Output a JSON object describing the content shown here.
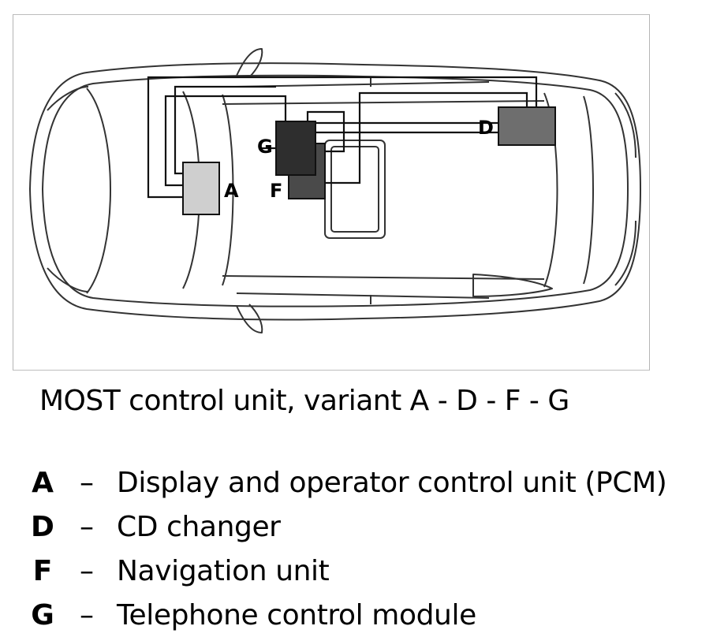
{
  "diagram": {
    "caption": "MOST control unit, variant A - D - F - G",
    "components": {
      "A": {
        "label": "A",
        "fill": "#cfcfcf"
      },
      "D": {
        "label": "D",
        "fill": "#6e6e6e"
      },
      "F": {
        "label": "F",
        "fill": "#4a4a4a"
      },
      "G": {
        "label": "G",
        "fill": "#2e2e2e"
      }
    }
  },
  "legend": [
    {
      "key": "A",
      "dash": "–",
      "text": "Display and operator control unit (PCM)"
    },
    {
      "key": "D",
      "dash": "–",
      "text": "CD changer"
    },
    {
      "key": "F",
      "dash": "–",
      "text": "Navigation unit"
    },
    {
      "key": "G",
      "dash": "–",
      "text": "Telephone control module"
    }
  ]
}
